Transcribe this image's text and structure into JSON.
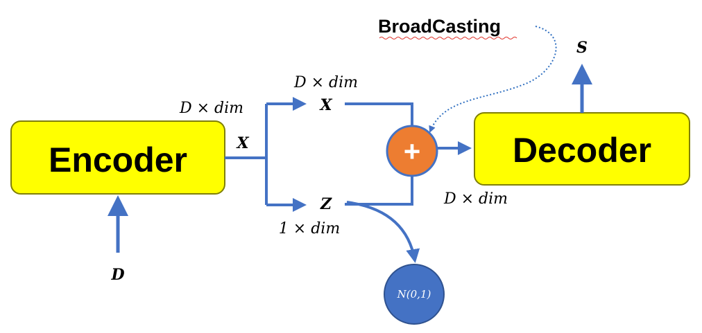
{
  "encoder": {
    "label": "Encoder"
  },
  "decoder": {
    "label": "Decoder"
  },
  "operator": {
    "symbol": "+"
  },
  "distribution": {
    "label": "N(0,1)"
  },
  "annotation": {
    "label": "BroadCasting"
  },
  "labels": {
    "input": "D",
    "encoder_out_dim": "D × dim",
    "encoder_out_var": "X",
    "top_dim": "D × dim",
    "top_var": "X",
    "bottom_var": "Z",
    "bottom_dim": "1 × dim",
    "sum_dim": "D × dim",
    "output": "S"
  },
  "colors": {
    "box_fill": "#ffff00",
    "box_stroke": "#7f7f00",
    "line": "#4472c4",
    "plus_fill": "#ed7d31",
    "plus_stroke": "#4472c4",
    "circle_fill": "#4472c4",
    "circle_stroke": "#2f528f"
  }
}
